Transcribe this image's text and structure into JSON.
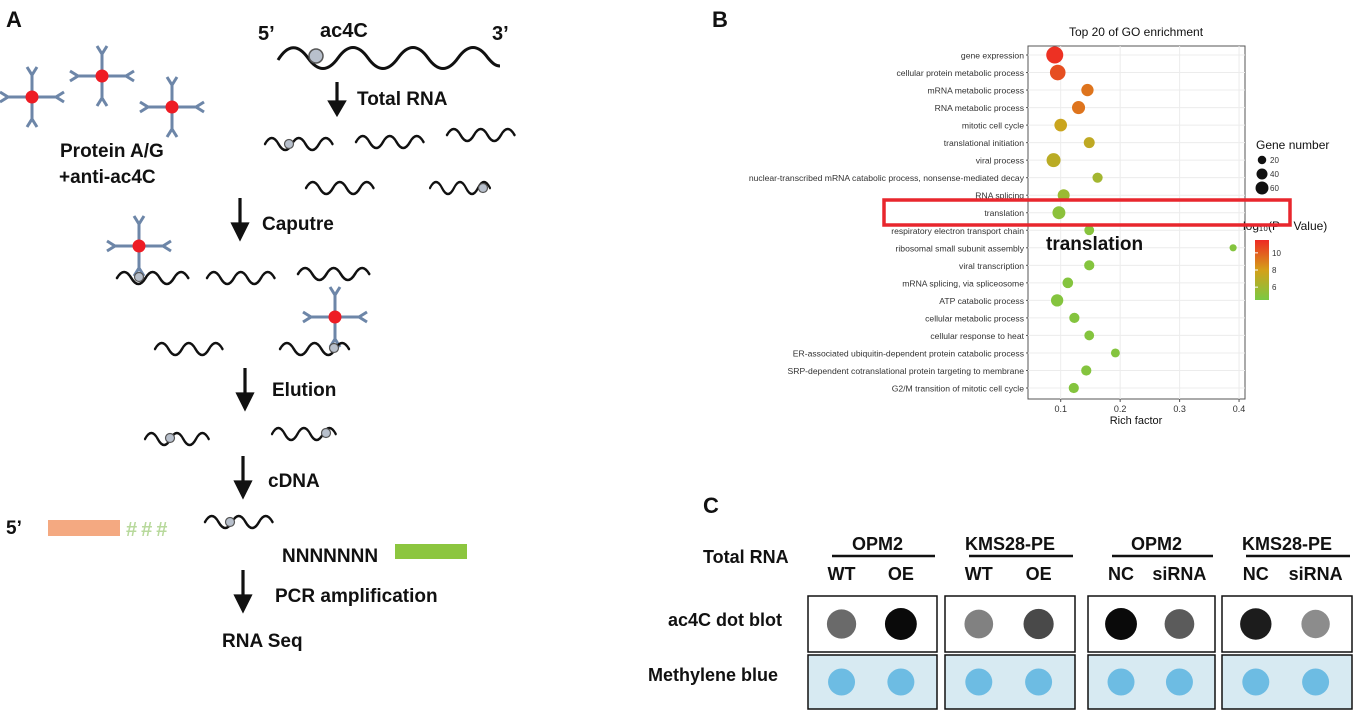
{
  "panelA": {
    "letter": "A",
    "five_prime_top": "5’",
    "three_prime_top": "3’",
    "ac4c": "ac4C",
    "steps": {
      "total_rna": "Total RNA",
      "capture": "Caputre",
      "elution": "Elution",
      "cdna": "cDNA",
      "pcr": "PCR amplification",
      "rna_seq": "RNA Seq"
    },
    "protein_line1": "Protein A/G",
    "protein_line2": "+anti-ac4C",
    "five_prime_cdna": "5’",
    "hashes": "###",
    "random_primer": "NNNNNNN"
  },
  "panelB": {
    "letter": "B",
    "highlight_label": "translation",
    "chart_data": {
      "type": "scatter",
      "title": "Top 20 of GO enrichment",
      "xlabel": "Rich factor",
      "ylabel": "",
      "xlim": [
        0.045,
        0.41
      ],
      "xticks": [
        0.1,
        0.2,
        0.3,
        0.4
      ],
      "xtick_labels": [
        "0.1",
        "0.2",
        "0.3",
        "0.4"
      ],
      "grid": true,
      "size_legend": {
        "title": "Gene number",
        "items": [
          {
            "label": "20",
            "value": 20
          },
          {
            "label": "40",
            "value": 40
          },
          {
            "label": "60",
            "value": 60
          }
        ]
      },
      "color_legend": {
        "title": "log₁₀(P − Value)",
        "ticks": [
          {
            "label": "10",
            "value": 10
          },
          {
            "label": "8",
            "value": 8
          },
          {
            "label": "6",
            "value": 6
          }
        ],
        "min": 4.5,
        "max": 11.5,
        "low_color": "#7ac943",
        "mid_color": "#d4a019",
        "high_color": "#ee2a24"
      },
      "categories": [
        "gene expression",
        "cellular protein metabolic process",
        "mRNA metabolic process",
        "RNA metabolic process",
        "mitotic cell cycle",
        "translational initiation",
        "viral process",
        "nuclear-transcribed mRNA catabolic process, nonsense-mediated decay",
        "RNA splicing",
        "translation",
        "respiratory electron transport chain",
        "ribosomal small subunit assembly",
        "viral transcription",
        "mRNA splicing, via spliceosome",
        "ATP catabolic process",
        "cellular metabolic process",
        "cellular response to heat",
        "ER-associated ubiquitin-dependent protein catabolic process",
        "SRP-dependent cotranslational protein targeting to membrane",
        "G2/M transition of mitotic cell cycle"
      ],
      "rich_factor": [
        0.09,
        0.095,
        0.145,
        0.13,
        0.1,
        0.148,
        0.088,
        0.162,
        0.105,
        0.097,
        0.148,
        0.39,
        0.148,
        0.112,
        0.094,
        0.123,
        0.148,
        0.192,
        0.143,
        0.122
      ],
      "gene_number": [
        68,
        55,
        30,
        35,
        32,
        22,
        42,
        18,
        28,
        34,
        16,
        6,
        18,
        20,
        30,
        18,
        16,
        12,
        18,
        18
      ],
      "log10_p": [
        11.3,
        10.4,
        9.3,
        9.3,
        7.6,
        7.2,
        7.0,
        6.1,
        5.8,
        5.2,
        5.0,
        4.9,
        4.9,
        4.9,
        4.9,
        4.9,
        4.9,
        4.9,
        4.9,
        4.9
      ]
    }
  },
  "panelC": {
    "letter": "C",
    "row_header": "Total RNA",
    "groups": [
      {
        "cell": "OPM2",
        "cols": [
          "WT",
          "OE"
        ]
      },
      {
        "cell": "KMS28-PE",
        "cols": [
          "WT",
          "OE"
        ]
      },
      {
        "cell": "OPM2",
        "cols": [
          "NC",
          "siRNA"
        ]
      },
      {
        "cell": "KMS28-PE",
        "cols": [
          "NC",
          "siRNA"
        ]
      }
    ],
    "rows": [
      "ac4C dot blot",
      "Methylene blue"
    ],
    "ac4c_intensity": [
      [
        0.55,
        0.98
      ],
      [
        0.45,
        0.7
      ],
      [
        0.98,
        0.62
      ],
      [
        0.9,
        0.4
      ]
    ],
    "blot_bg": "#ffffff",
    "mb_bg": "#d7eaf2",
    "mb_dot": "#5ab4e0"
  }
}
